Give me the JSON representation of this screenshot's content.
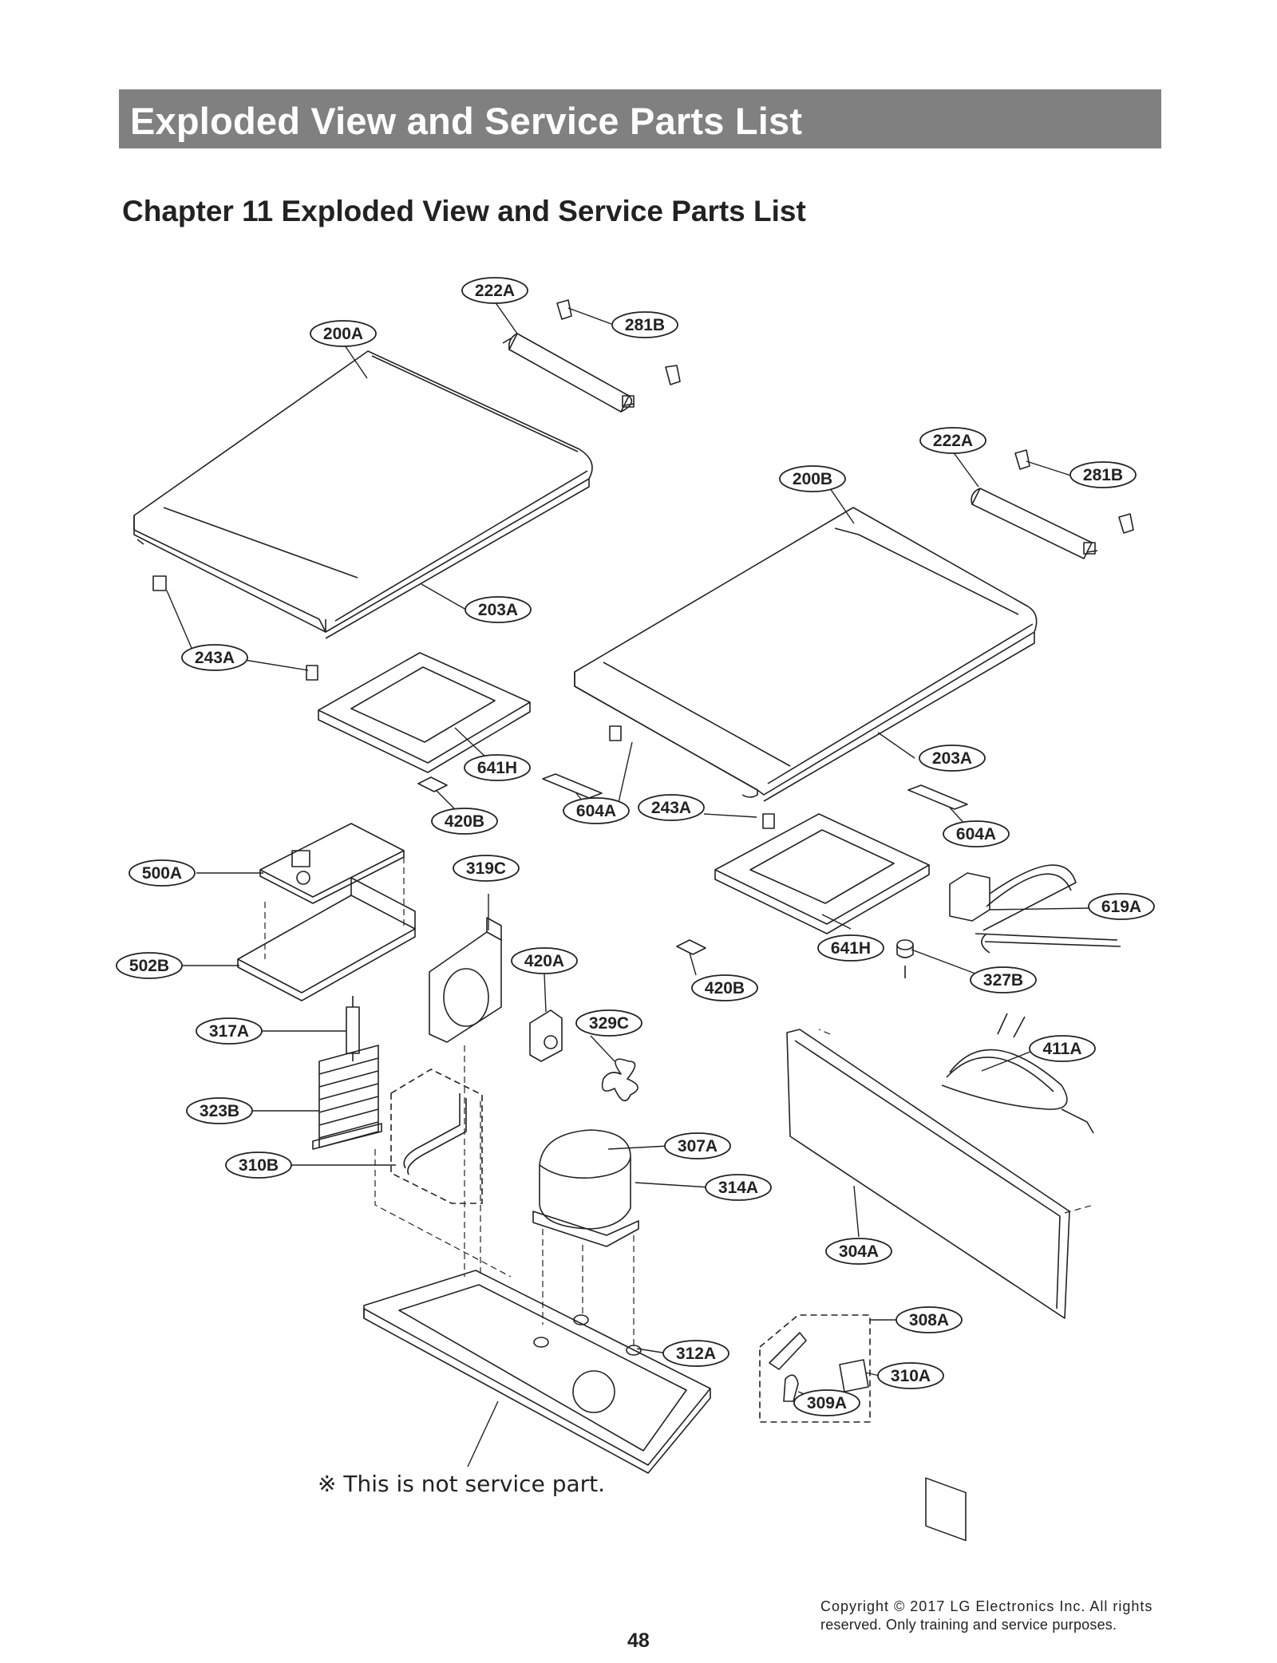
{
  "header": {
    "banner_title": "Exploded View and Service Parts List",
    "chapter_title": "Chapter 11 Exploded View and Service Parts List"
  },
  "diagram": {
    "callouts": [
      {
        "id": "c-222a-top",
        "label": "222A"
      },
      {
        "id": "c-281b-top",
        "label": "281B"
      },
      {
        "id": "c-200a",
        "label": "200A"
      },
      {
        "id": "c-222a-right",
        "label": "222A"
      },
      {
        "id": "c-281b-right",
        "label": "281B"
      },
      {
        "id": "c-200b",
        "label": "200B"
      },
      {
        "id": "c-203a-left",
        "label": "203A"
      },
      {
        "id": "c-243a-left",
        "label": "243A"
      },
      {
        "id": "c-641h-left",
        "label": "641H"
      },
      {
        "id": "c-203a-right",
        "label": "203A"
      },
      {
        "id": "c-420b-left",
        "label": "420B"
      },
      {
        "id": "c-604a-left",
        "label": "604A"
      },
      {
        "id": "c-243a-right",
        "label": "243A"
      },
      {
        "id": "c-604a-right",
        "label": "604A"
      },
      {
        "id": "c-500a",
        "label": "500A"
      },
      {
        "id": "c-319c",
        "label": "319C"
      },
      {
        "id": "c-619a",
        "label": "619A"
      },
      {
        "id": "c-641h-right",
        "label": "641H"
      },
      {
        "id": "c-502b",
        "label": "502B"
      },
      {
        "id": "c-420a",
        "label": "420A"
      },
      {
        "id": "c-420b-right",
        "label": "420B"
      },
      {
        "id": "c-327b",
        "label": "327B"
      },
      {
        "id": "c-317a",
        "label": "317A"
      },
      {
        "id": "c-329c",
        "label": "329C"
      },
      {
        "id": "c-411a",
        "label": "411A"
      },
      {
        "id": "c-323b",
        "label": "323B"
      },
      {
        "id": "c-307a",
        "label": "307A"
      },
      {
        "id": "c-310b",
        "label": "310B"
      },
      {
        "id": "c-314a",
        "label": "314A"
      },
      {
        "id": "c-304a",
        "label": "304A"
      },
      {
        "id": "c-308a",
        "label": "308A"
      },
      {
        "id": "c-312a",
        "label": "312A"
      },
      {
        "id": "c-310a",
        "label": "310A"
      },
      {
        "id": "c-309a",
        "label": "309A"
      }
    ],
    "note": "※ This is not service part."
  },
  "footer": {
    "page_number": "48",
    "copyright_line1": "Copyright © 2017 LG Electronics Inc. All rights",
    "copyright_line2": "reserved. Only training and service purposes."
  }
}
